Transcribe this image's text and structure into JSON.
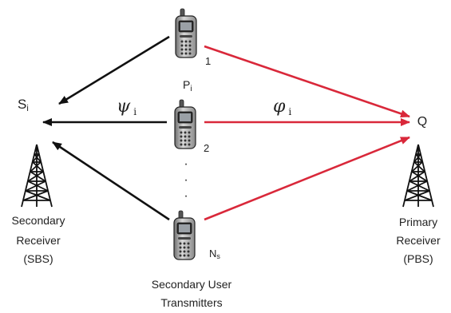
{
  "nodes": {
    "secondary_receiver": {
      "symbol": "S",
      "symbol_sub": "i",
      "label_lines": [
        "Secondary",
        "Receiver",
        "(SBS)"
      ]
    },
    "primary_receiver": {
      "symbol": "Q",
      "label_lines": [
        "Primary",
        "Receiver",
        "(PBS)"
      ]
    },
    "transmitters": {
      "phone_1_label": "1",
      "phone_2_label": "2",
      "phone_n_label": "N",
      "phone_n_sub": "s",
      "power_symbol": "P",
      "power_sub": "i",
      "dots": "·",
      "group_label_lines": [
        "Secondary User",
        "Transmitters"
      ]
    }
  },
  "channels": {
    "to_secondary_symbol": "ψ",
    "to_secondary_sub": "i",
    "to_primary_symbol": "φ",
    "to_primary_sub": "i"
  },
  "colors": {
    "secondary_link": "#111111",
    "primary_link": "#d9283a"
  }
}
